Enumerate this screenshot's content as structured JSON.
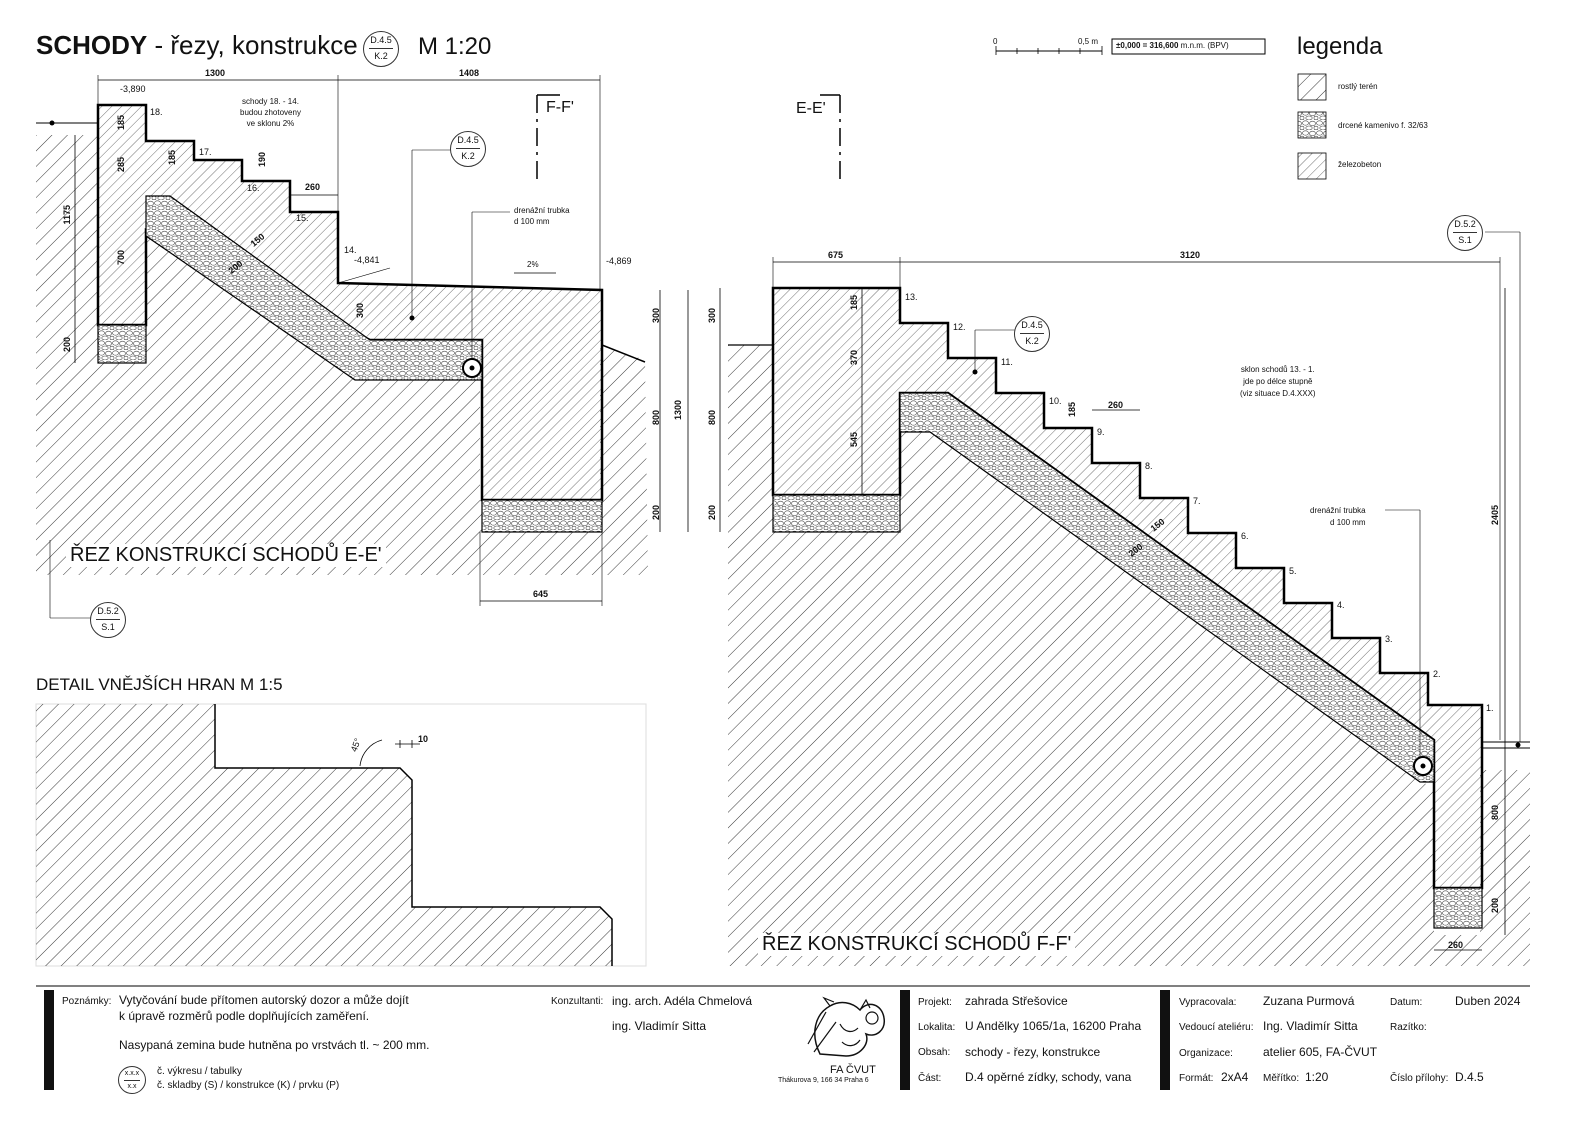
{
  "header": {
    "title_bold": "SCHODY",
    "title_rest": " - řezy, konstrukce",
    "title_ref": {
      "top": "D.4.5",
      "bottom": "K.2"
    },
    "scale": "M 1:20",
    "scalebar_0": "0",
    "scalebar_05": "0,5 m",
    "datum_bold": "±0,000 = 316,600",
    "datum_rest": " m.n.m. (BPV)"
  },
  "legend": {
    "title": "legenda",
    "items": [
      {
        "label": "rostlý terén"
      },
      {
        "label": "drcené kamenivo f. 32/63"
      },
      {
        "label": "železobeton"
      }
    ]
  },
  "section_ee": {
    "title": "ŘEZ KONSTRUKCÍ SCHODŮ E-E'",
    "cut_label": "F-F'",
    "note": [
      "schody 18. - 14.",
      "budou zhotoveny",
      "ve sklonu 2%"
    ],
    "drain": [
      "drenážní trubka",
      "d 100 mm"
    ],
    "slope": "2%",
    "levels": [
      "-3,890",
      "-4,841",
      "-4,869"
    ],
    "steps": [
      "18.",
      "17.",
      "16.",
      "15.",
      "14."
    ],
    "dims": {
      "w1": "1300",
      "w2": "1408",
      "tread": "260",
      "riser1": "185",
      "riser2": "185",
      "riser3": "190",
      "h285": "285",
      "h1175": "1175",
      "h700": "700",
      "h200": "200",
      "d150": "150",
      "d200": "200",
      "d300": "300",
      "r300": "300",
      "r800": "800",
      "r1300": "1300",
      "r200": "200",
      "b645": "645"
    },
    "ref_kc": {
      "top": "D.4.5",
      "bottom": "K.2"
    },
    "ref_s1": {
      "top": "D.5.2",
      "bottom": "S.1"
    }
  },
  "section_ff": {
    "title": "ŘEZ KONSTRUKCÍ SCHODŮ F-F'",
    "cut_label": "E-E'",
    "note": [
      "sklon schodů 13. - 1.",
      "jde po délce stupně",
      "(viz situace D.4.XXX)"
    ],
    "drain": [
      "drenážní trubka",
      "d 100 mm"
    ],
    "steps": [
      "13.",
      "12.",
      "11.",
      "10.",
      "9.",
      "8.",
      "7.",
      "6.",
      "5.",
      "4.",
      "3.",
      "2.",
      "1."
    ],
    "dims": {
      "w675": "675",
      "w3120": "3120",
      "d185a": "185",
      "d370": "370",
      "d545": "545",
      "d185b": "185",
      "tread": "260",
      "d150": "150",
      "d200": "200",
      "l300": "300",
      "l800": "800",
      "l200": "200",
      "r2405": "2405",
      "r800": "800",
      "r200": "200",
      "b260": "260"
    },
    "ref_kc": {
      "top": "D.4.5",
      "bottom": "K.2"
    },
    "ref_s1": {
      "top": "D.5.2",
      "bottom": "S.1"
    }
  },
  "detail": {
    "title": "DETAIL VNĚJŠÍCH HRAN  M 1:5",
    "angle": "45°",
    "dim10": "10"
  },
  "titleblock": {
    "notes_label": "Poznámky:",
    "notes_1": "Vytyčování bude přítomen autorský dozor a může dojít",
    "notes_2": "k úpravě rozměrů podle doplňujících zaměření.",
    "notes_3": "Nasypaná zemina bude hutněna po vrstvách tl. ~ 200 mm.",
    "key_top": "x.x.x",
    "key_bottom": "x.x",
    "key_1": "č. výkresu / tabulky",
    "key_2": "č. skladby (S) / konstrukce (K) / prvku (P)",
    "consultants_label": "Konzultanti:",
    "consultant_1": "ing. arch. Adéla Chmelová",
    "consultant_2": "ing. Vladimír Sitta",
    "school": "FA ČVUT",
    "school_addr": "Thákurova 9, 166 34 Praha 6",
    "project_label": "Projekt:",
    "project": "zahrada Střešovice",
    "location_label": "Lokalita:",
    "location": "U Andělky 1065/1a, 16200 Praha",
    "content_label": "Obsah:",
    "content": "schody - řezy, konstrukce",
    "part_label": "Část:",
    "part": "D.4 opěrné zídky, schody, vana",
    "author_label": "Vypracovala:",
    "author": "Zuzana Purmová",
    "date_label": "Datum:",
    "date": "Duben 2024",
    "head_label": "Vedoucí ateliéru:",
    "head": "Ing. Vladimír Sitta",
    "stamp_label": "Razítko:",
    "org_label": "Organizace:",
    "org": "atelier 605, FA-ČVUT",
    "format_label": "Formát:",
    "format": "2xA4",
    "scale_label": "Měřítko:",
    "scale": "1:20",
    "annex_label": "Číslo přílohy:",
    "annex": "D.4.5"
  }
}
